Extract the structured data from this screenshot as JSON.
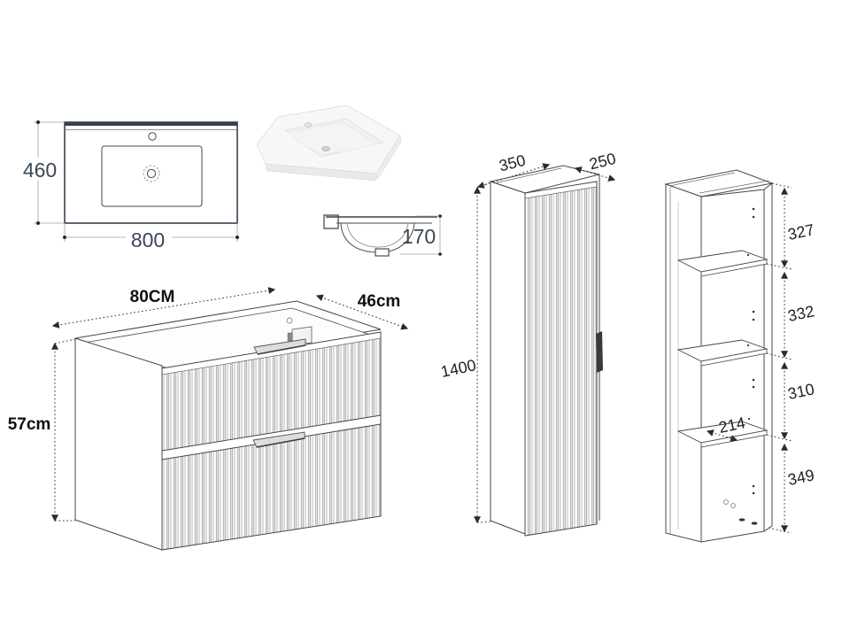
{
  "page": {
    "background": "#ffffff",
    "description_labels_units": "mm and cm"
  },
  "sink_top_view": {
    "height_label": "460",
    "width_label": "800"
  },
  "sink_side_view": {
    "depth_label": "170"
  },
  "vanity": {
    "width_label": "80CM",
    "depth_label": "46cm",
    "height_label": "57cm"
  },
  "tall_cabinet": {
    "width_label": "350",
    "depth_label": "250",
    "height_label": "1400"
  },
  "shelf_cabinet": {
    "section_labels": [
      "327",
      "332",
      "310",
      "349"
    ],
    "inner_width_label": "214"
  },
  "colors": {
    "sink_dim_text": "#3a4657",
    "bold_dim_text": "#101010",
    "cabinet_dim_text": "#222222",
    "line_art": "#474747",
    "rib_shade": "#e2e2e2",
    "handle_dark": "#3a3a3a"
  }
}
